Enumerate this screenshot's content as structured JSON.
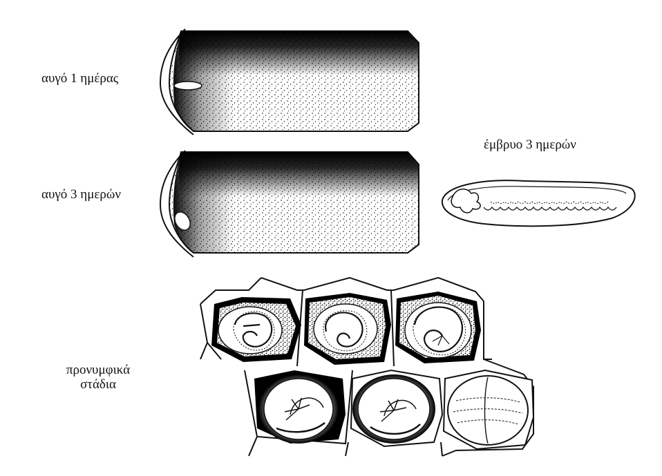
{
  "labels": {
    "egg_day1": "αυγό 1 ημέρας",
    "egg_day3": "αυγό 3 ημερών",
    "embryo_day3": "έμβρυο 3 ημερών",
    "prepupal_line1": "προνυμφικά",
    "prepupal_line2": "στάδια"
  },
  "colors": {
    "ink": "#111111",
    "paper": "#ffffff"
  },
  "figures": [
    {
      "name": "egg-day1-cell",
      "description_icon": "honeycomb-cell-cross-section"
    },
    {
      "name": "egg-day3-cell",
      "description_icon": "honeycomb-cell-cross-section"
    },
    {
      "name": "embryo-day3",
      "description_icon": "embryo-outline"
    },
    {
      "name": "larval-cells-cluster",
      "description_icon": "honeycomb-cluster"
    }
  ]
}
